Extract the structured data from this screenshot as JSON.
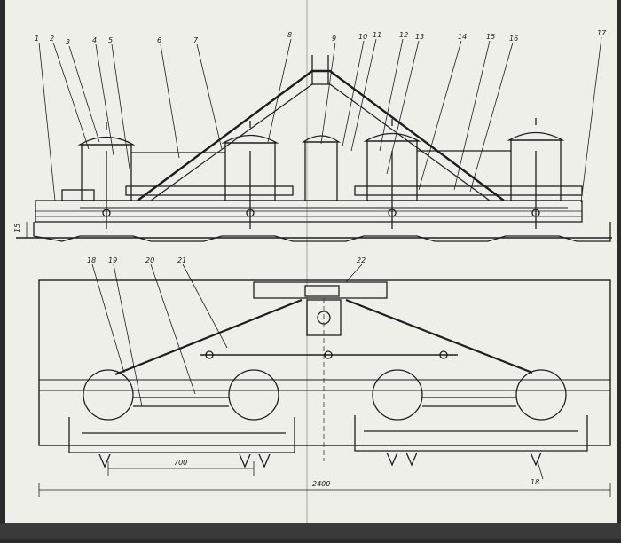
{
  "drawing": {
    "callouts_top": [
      "1",
      "2",
      "3",
      "4",
      "5",
      "6",
      "7",
      "8",
      "9",
      "10",
      "11",
      "12",
      "13",
      "14",
      "15",
      "16",
      "17"
    ],
    "callouts_bottom": [
      "18",
      "19",
      "20",
      "21",
      "22"
    ],
    "callout_right_bottom": "18",
    "dim_side": "15",
    "dim_spacing": "700",
    "dim_total": "2400"
  }
}
